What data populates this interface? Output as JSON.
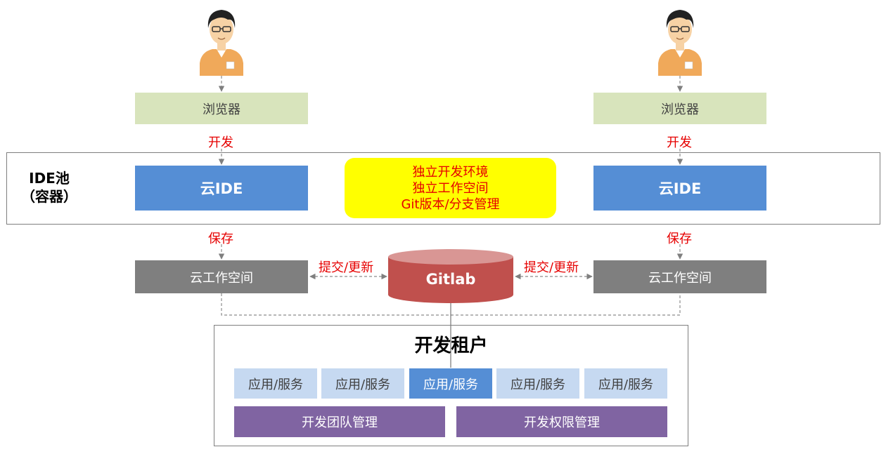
{
  "colors": {
    "browser": "#d8e4bc",
    "ide": "#558ed5",
    "workspace": "#7f7f7f",
    "service": "#c6d9f1",
    "service_active": "#558ed5",
    "management": "#8064a2",
    "gitlab": "#c0504d",
    "highlight": "#ffff00",
    "label_red": "#e60000"
  },
  "left": {
    "user_icon": "developer-avatar-icon",
    "browser": "浏览器",
    "develop": "开发",
    "ide": "云IDE",
    "save": "保存",
    "workspace": "云工作空间",
    "sync": "提交/更新"
  },
  "right": {
    "user_icon": "developer-avatar-icon",
    "browser": "浏览器",
    "develop": "开发",
    "ide": "云IDE",
    "save": "保存",
    "workspace": "云工作空间",
    "sync": "提交/更新"
  },
  "ide_pool": {
    "label_line1": "IDE池",
    "label_line2": "（容器）"
  },
  "features": [
    "独立开发环境",
    "独立工作空间",
    "Git版本/分支管理"
  ],
  "gitlab": "Gitlab",
  "tenant": {
    "title": "开发租户",
    "services": [
      "应用/服务",
      "应用/服务",
      "应用/服务",
      "应用/服务",
      "应用/服务"
    ],
    "team_management": "开发团队管理",
    "permission_management": "开发权限管理"
  }
}
